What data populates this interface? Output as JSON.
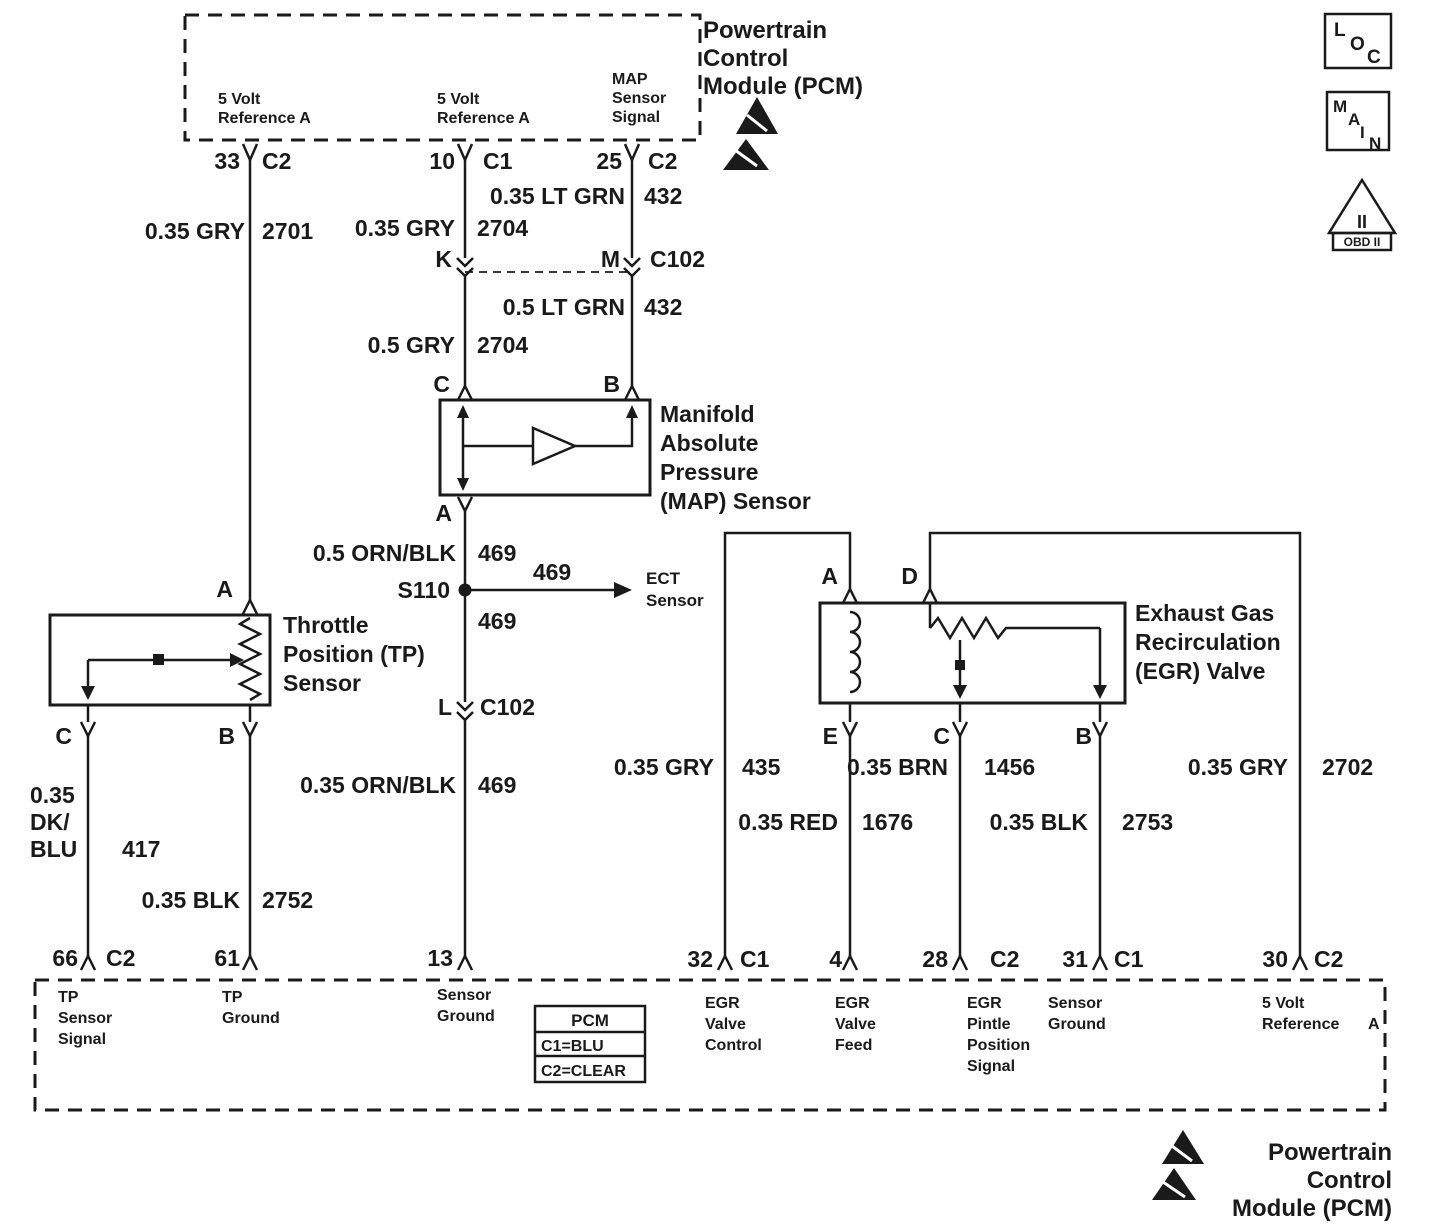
{
  "colors": {
    "ink": "#1a1a1a",
    "paper": "#ffffff"
  },
  "titles": {
    "pcm_top": [
      "Powertrain",
      "Control",
      "Module (PCM)"
    ],
    "pcm_bottom": [
      "Powertrain",
      "Control",
      "Module (PCM)"
    ]
  },
  "corner_symbols": {
    "loc": [
      "L",
      "O",
      "C"
    ],
    "main": [
      "M",
      "A",
      "I",
      "N"
    ],
    "obd_numeral": "II",
    "obd_label": "OBD II"
  },
  "top_pcm": {
    "labels": {
      "ref_left": [
        "5 Volt",
        "Reference A"
      ],
      "ref_mid": [
        "5 Volt",
        "Reference A"
      ],
      "map_sig": [
        "MAP",
        "Sensor",
        "Signal"
      ]
    },
    "pins": {
      "p33": {
        "num": "33",
        "conn": "C2"
      },
      "p10": {
        "num": "10",
        "conn": "C1"
      },
      "p25": {
        "num": "25",
        "conn": "C2"
      }
    }
  },
  "connectors": {
    "c102_top": {
      "left": "K",
      "right": "M",
      "name": "C102"
    },
    "c102_mid": {
      "pin": "L",
      "name": "C102"
    }
  },
  "splice": {
    "name": "S110",
    "ckt_right": "469",
    "ckt_down": "469",
    "target": [
      "ECT",
      "Sensor"
    ]
  },
  "wires": {
    "tp_ref": {
      "spec": "0.35 GRY",
      "ckt": "2701"
    },
    "map_ref_upper": {
      "spec": "0.35 GRY",
      "ckt": "2704"
    },
    "map_ref_lower": {
      "spec": "0.5 GRY",
      "ckt": "2704"
    },
    "map_sig_upper": {
      "spec": "0.35 LT GRN",
      "ckt": "432"
    },
    "map_sig_lower": {
      "spec": "0.5 LT GRN",
      "ckt": "432"
    },
    "map_gnd_upper": {
      "spec": "0.5 ORN/BLK",
      "ckt": "469"
    },
    "map_gnd_lower": {
      "spec": "0.35 ORN/BLK",
      "ckt": "469"
    },
    "tp_signal": {
      "spec_lines": [
        "0.35",
        "DK/",
        "BLU"
      ],
      "ckt": "417"
    },
    "tp_ground": {
      "spec": "0.35 BLK",
      "ckt": "2752"
    },
    "egr_control": {
      "spec": "0.35 GRY",
      "ckt": "435"
    },
    "egr_feed": {
      "spec": "0.35 RED",
      "ckt": "1676"
    },
    "egr_pintle": {
      "spec": "0.35 BRN",
      "ckt": "1456"
    },
    "egr_ground": {
      "spec": "0.35 BLK",
      "ckt": "2753"
    },
    "egr_ref": {
      "spec": "0.35 GRY",
      "ckt": "2702"
    }
  },
  "map_sensor": {
    "name": [
      "Manifold",
      "Absolute",
      "Pressure",
      "(MAP) Sensor"
    ],
    "pins": {
      "c": "C",
      "b": "B",
      "a": "A"
    }
  },
  "tp_sensor": {
    "name": [
      "Throttle",
      "Position (TP)",
      "Sensor"
    ],
    "pins": {
      "a": "A",
      "c": "C",
      "b": "B"
    }
  },
  "egr_valve": {
    "name": [
      "Exhaust Gas",
      "Recirculation",
      "(EGR) Valve"
    ],
    "pins": {
      "a": "A",
      "d": "D",
      "e": "E",
      "c": "C",
      "b": "B"
    }
  },
  "bottom_pcm": {
    "pins": {
      "p66": {
        "num": "66",
        "conn": "C2",
        "label": [
          "TP",
          "Sensor",
          "Signal"
        ]
      },
      "p61": {
        "num": "61",
        "label": [
          "TP",
          "Ground"
        ]
      },
      "p13": {
        "num": "13",
        "label": [
          "Sensor",
          "Ground"
        ]
      },
      "p32": {
        "num": "32",
        "conn": "C1",
        "label": [
          "EGR",
          "Valve",
          "Control"
        ]
      },
      "p4": {
        "num": "4",
        "label": [
          "EGR",
          "Valve",
          "Feed"
        ]
      },
      "p28": {
        "num": "28",
        "conn": "C2",
        "label": [
          "EGR",
          "Pintle",
          "Position",
          "Signal"
        ]
      },
      "p31": {
        "num": "31",
        "conn": "C1",
        "label": [
          "Sensor",
          "Ground"
        ]
      },
      "p30": {
        "num": "30",
        "conn": "C2",
        "label": [
          "5 Volt",
          "Reference"
        ],
        "label_suffix": "A"
      }
    },
    "legend": {
      "title": "PCM",
      "rows": [
        "C1=BLU",
        "C2=CLEAR"
      ]
    }
  }
}
